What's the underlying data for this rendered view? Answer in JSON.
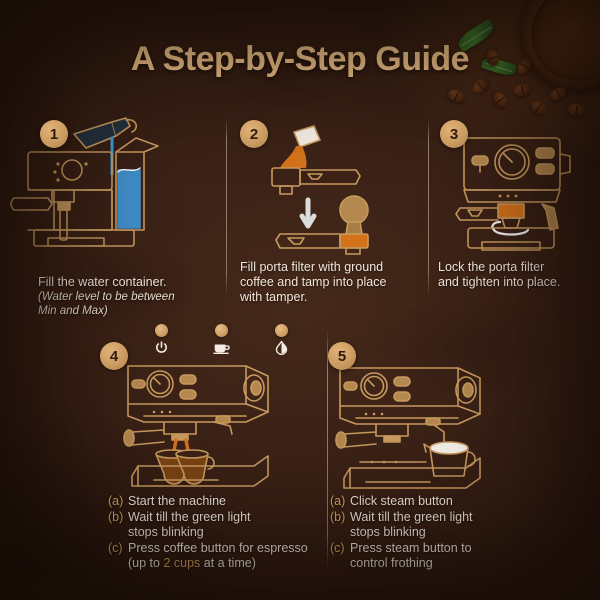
{
  "page": {
    "title": "A Step-by-Step Guide",
    "background_color": "#3a2116",
    "accent_color": "#d9a758",
    "text_color": "#f0e6dc"
  },
  "decor": {
    "beans_corner": "coffee-beans-and-ground-coffee-bowl",
    "leaf": "coffee-leaf"
  },
  "steps": [
    {
      "number": "1",
      "illustration": "espresso-machine-side-view-filling-water-tank",
      "caption": "Fill the water container.",
      "subcaption": "(Water level to be between\nMin and Max)"
    },
    {
      "number": "2",
      "illustration": "porta-filter-with-ground-coffee-and-tamper",
      "caption": "Fill porta filter with ground\ncoffee and tamp into place\nwith tamper."
    },
    {
      "number": "3",
      "illustration": "espresso-machine-front-view-locking-porta-filter",
      "caption": "Lock the porta filter\nand tighten into place."
    },
    {
      "number": "4",
      "illustration": "espresso-machine-brewing-two-cups",
      "controls": [
        {
          "icon": "power-icon",
          "label": "power"
        },
        {
          "icon": "coffee-cup-icon",
          "label": "coffee"
        },
        {
          "icon": "steam-icon",
          "label": "steam"
        }
      ],
      "items": [
        {
          "marker": "(a)",
          "text": "Start the machine"
        },
        {
          "marker": "(b)",
          "text": "Wait till the green light\nstops blinking"
        },
        {
          "marker": "(c)",
          "text_before": "Press coffee button for espresso\n(up to ",
          "highlight": "2 cups",
          "text_after": " at a time)"
        }
      ]
    },
    {
      "number": "5",
      "illustration": "espresso-machine-steam-wand-frothing-milk",
      "items": [
        {
          "marker": "(a)",
          "text": "Click steam button"
        },
        {
          "marker": "(b)",
          "text": "Wait till the green light\nstops blinking"
        },
        {
          "marker": "(c)",
          "text": "Press steam button to\ncontrol frothing"
        }
      ]
    }
  ]
}
